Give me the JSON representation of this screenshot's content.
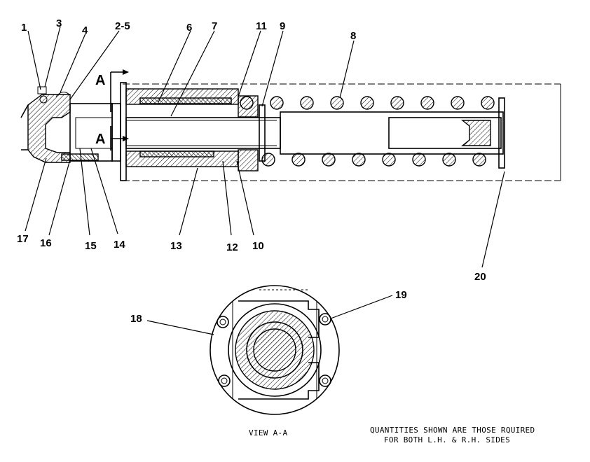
{
  "callouts": {
    "c1": "1",
    "c2_5": "2-5",
    "c3": "3",
    "c4": "4",
    "c6": "6",
    "c7": "7",
    "c8": "8",
    "c9": "9",
    "c10": "10",
    "c11": "11",
    "c12": "12",
    "c13": "13",
    "c14": "14",
    "c15": "15",
    "c16": "16",
    "c17": "17",
    "c18": "18",
    "c19": "19",
    "c20": "20"
  },
  "section_marks": {
    "top": "A",
    "bottom": "A"
  },
  "view_label": "VIEW A-A",
  "note": {
    "line1": "QUANTITIES SHOWN ARE THOSE RQUIRED",
    "line2": "FOR BOTH L.H. & R.H. SIDES"
  }
}
